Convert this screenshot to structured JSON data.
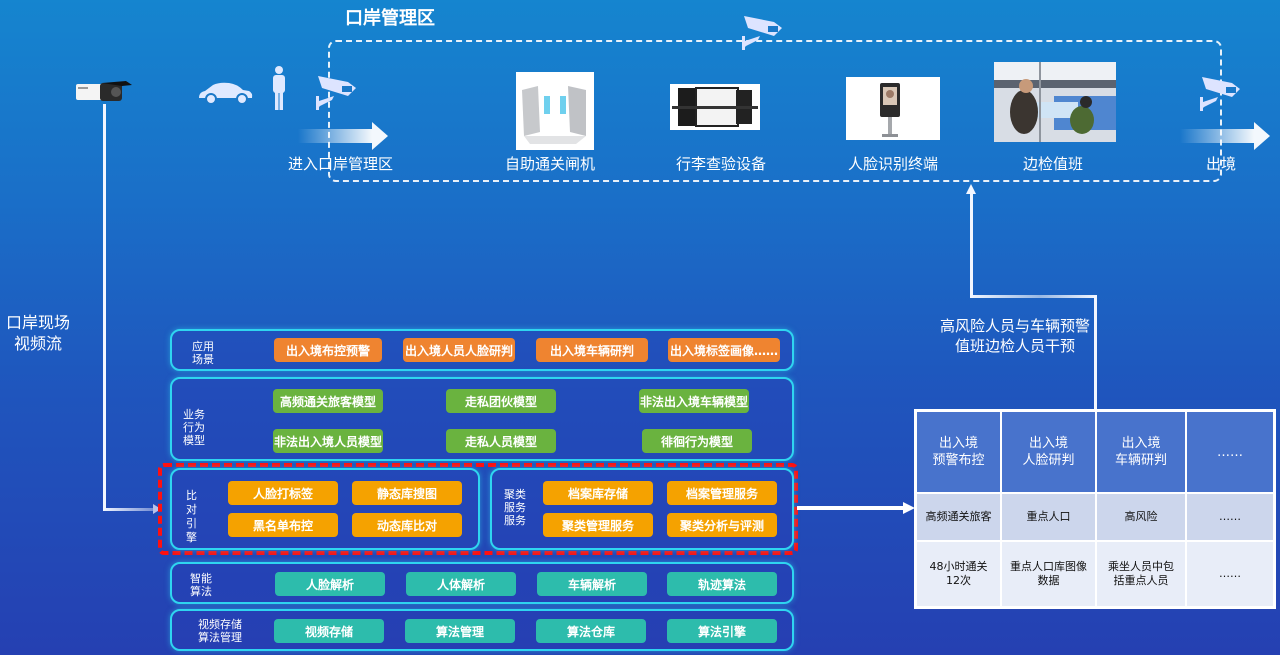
{
  "zone": {
    "title": "口岸管理区",
    "flow": [
      {
        "label": "进入口岸管理区",
        "icon": "arrow-right-icon"
      },
      {
        "label": "自助通关闸机",
        "image": "turnstile-gate-photo"
      },
      {
        "label": "行李查验设备",
        "image": "xray-scanner-photo"
      },
      {
        "label": "人脸识别终端",
        "image": "face-terminal-photo"
      },
      {
        "label": "边检值班",
        "image": "border-check-photo"
      },
      {
        "label": "出境",
        "icon": "arrow-right-icon"
      }
    ]
  },
  "left": {
    "source_label_line1": "口岸现场",
    "source_label_line2": "视频流"
  },
  "alert": {
    "line1": "高风险人员与车辆预警",
    "line2": "值班边检人员干预"
  },
  "layers": {
    "app": {
      "label": "应用\n场景",
      "label_l1": "应用",
      "label_l2": "场景",
      "chips": [
        "出入境布控预警",
        "出入境人员人脸研判",
        "出入境车辆研判",
        "出入境标签画像……"
      ],
      "color": "#ef8430"
    },
    "model": {
      "label_l1": "业务",
      "label_l2": "行为",
      "label_l3": "模型",
      "chips": [
        "高频通关旅客模型",
        "走私团伙模型",
        "非法出入境车辆模型",
        "非法出入境人员模型",
        "走私人员模型",
        "徘徊行为模型"
      ],
      "color": "#6ab33f"
    },
    "compare": {
      "label_l1": "比",
      "label_l2": "对",
      "label_l3": "引",
      "label_l4": "擎",
      "chips": [
        "人脸打标签",
        "静态库搜图",
        "黑名单布控",
        "动态库比对"
      ],
      "color": "#f5a200"
    },
    "cluster": {
      "label_l1": "聚类",
      "label_l2": "服务",
      "label_l3": "服务",
      "chips": [
        "档案库存储",
        "档案管理服务",
        "聚类管理服务",
        "聚类分析与评测"
      ],
      "color": "#f5a200"
    },
    "algo": {
      "label_l1": "智能",
      "label_l2": "算法",
      "chips": [
        "人脸解析",
        "人体解析",
        "车辆解析",
        "轨迹算法"
      ],
      "color": "#2dbcac"
    },
    "storage": {
      "label_l1": "视频存储",
      "label_l2": "算法管理",
      "chips": [
        "视频存储",
        "算法管理",
        "算法仓库",
        "算法引擎"
      ],
      "color": "#2dbcac"
    }
  },
  "table": {
    "header": [
      {
        "l1": "出入境",
        "l2": "预警布控"
      },
      {
        "l1": "出入境",
        "l2": "人脸研判"
      },
      {
        "l1": "出入境",
        "l2": "车辆研判"
      },
      {
        "l1": "……",
        "l2": ""
      }
    ],
    "row1": [
      "高频通关旅客",
      "重点人口",
      "高风险",
      "……"
    ],
    "row2": [
      {
        "l1": "48小时通关",
        "l2": "12次"
      },
      {
        "l1": "重点人口库图像",
        "l2": "数据"
      },
      {
        "l1": "乘坐人员中包",
        "l2": "括重点人员"
      },
      {
        "l1": "……",
        "l2": ""
      }
    ]
  }
}
